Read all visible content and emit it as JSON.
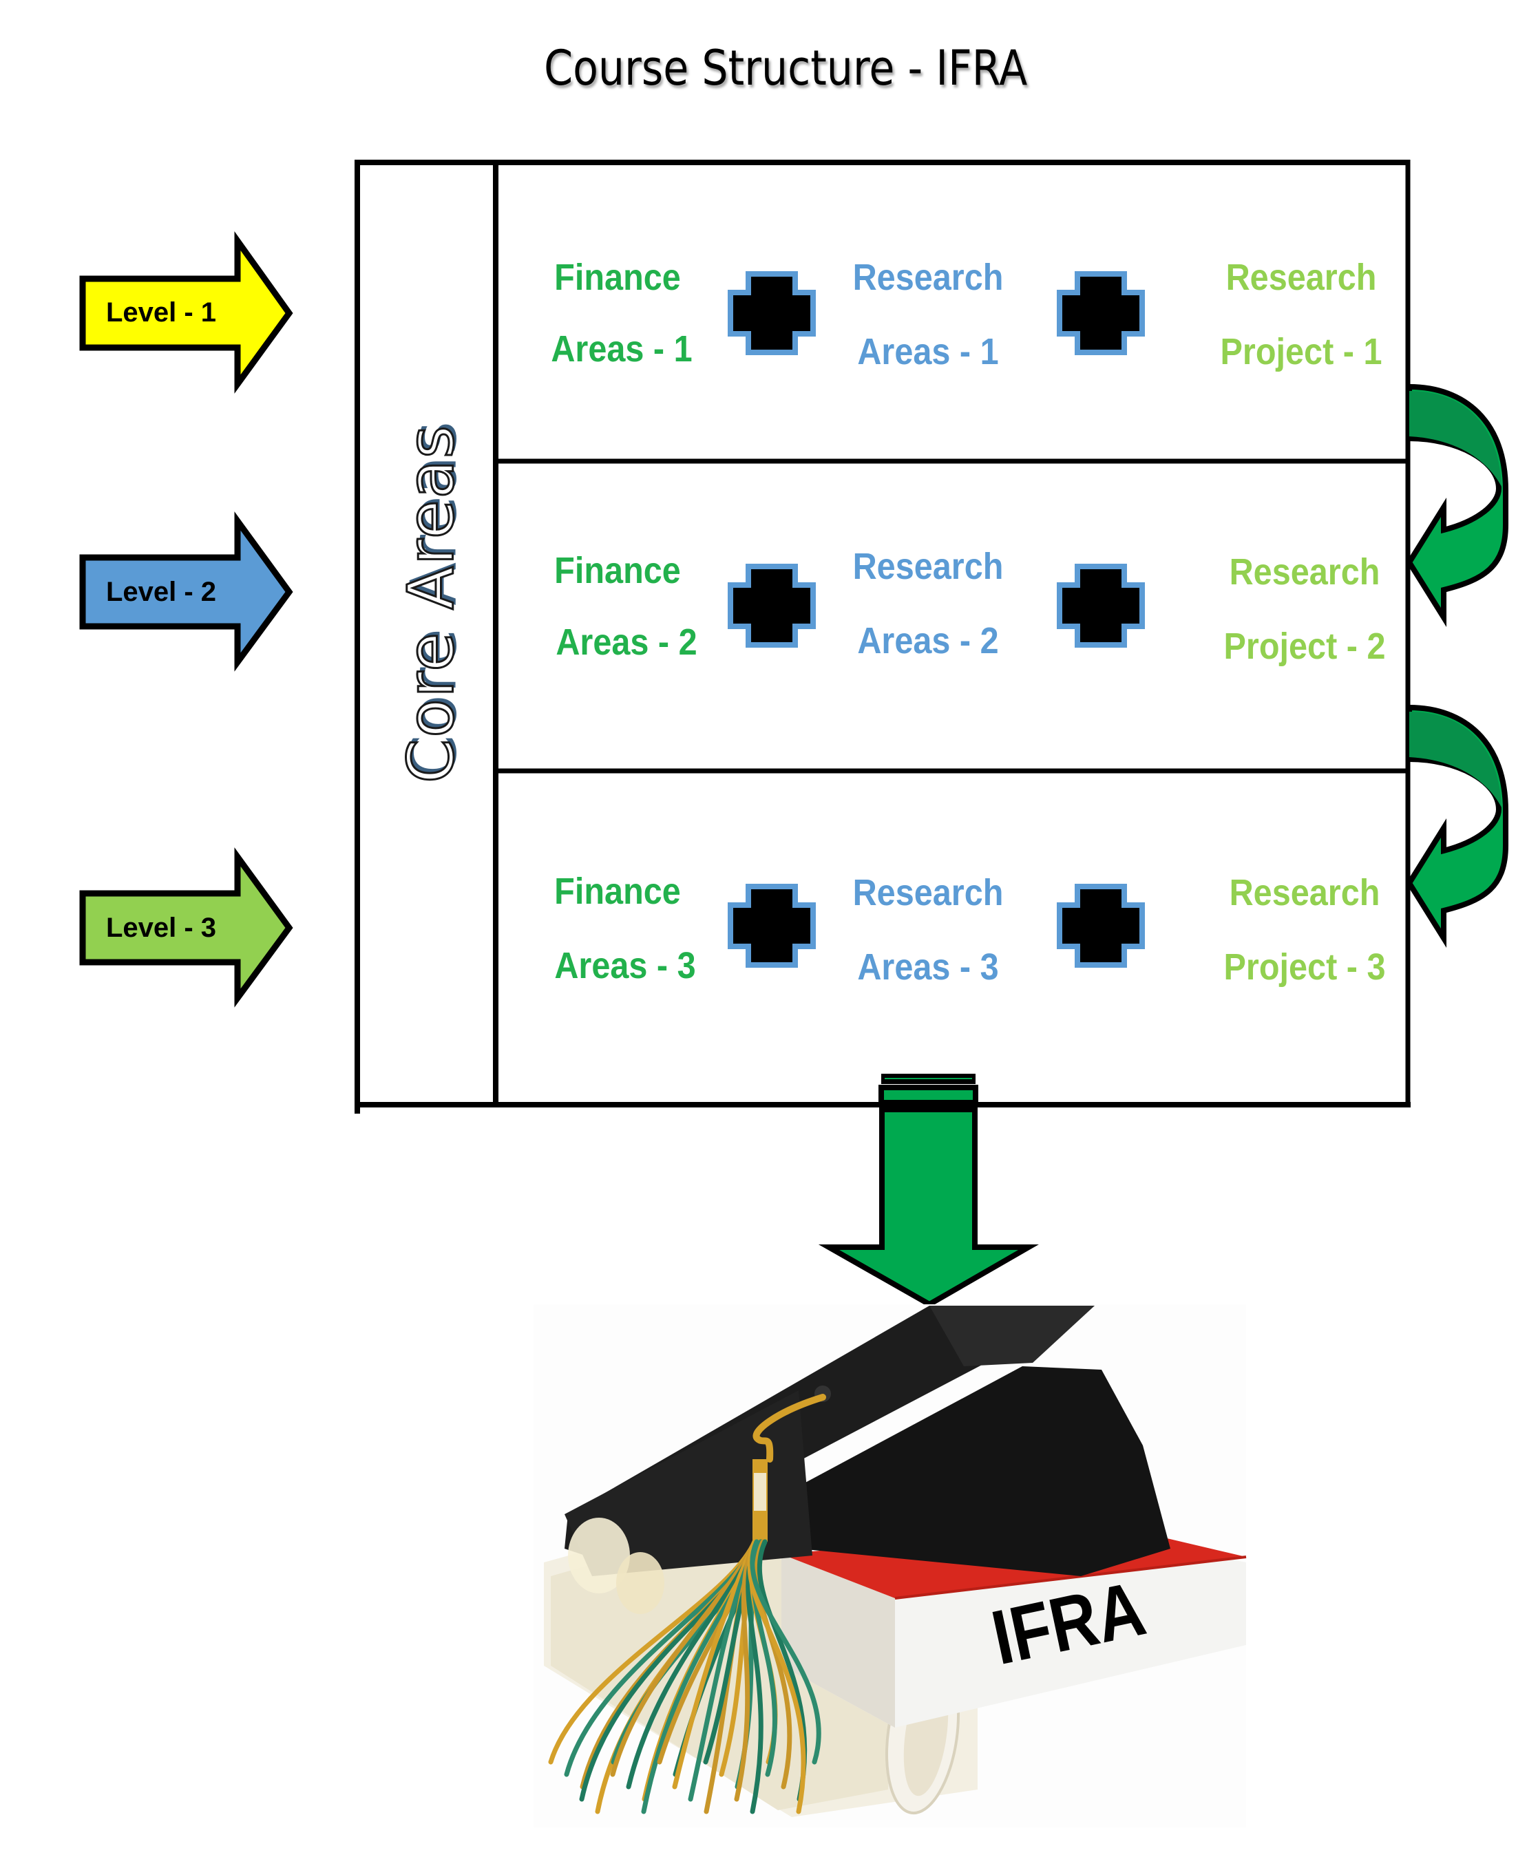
{
  "title": "Course Structure - IFRA",
  "levels": [
    {
      "label": "Level - 1",
      "color": "#ffff00"
    },
    {
      "label": "Level - 2",
      "color": "#5b9bd5"
    },
    {
      "label": "Level - 3",
      "color": "#92d050"
    }
  ],
  "core_areas_label": "Core Areas",
  "rows": [
    {
      "finance": {
        "line1": "Finance",
        "line2": "Areas - 1"
      },
      "research_areas": {
        "line1": "Research",
        "line2": "Areas - 1"
      },
      "research_project": {
        "line1": "Research",
        "line2": "Project - 1"
      }
    },
    {
      "finance": {
        "line1": "Finance",
        "line2": "Areas - 2"
      },
      "research_areas": {
        "line1": "Research",
        "line2": "Areas - 2"
      },
      "research_project": {
        "line1": "Research",
        "line2": "Project - 2"
      }
    },
    {
      "finance": {
        "line1": "Finance",
        "line2": "Areas - 3"
      },
      "research_areas": {
        "line1": "Research",
        "line2": "Areas - 3"
      },
      "research_project": {
        "line1": "Research",
        "line2": "Project - 3"
      }
    }
  ],
  "colors": {
    "finance": "#22b14c",
    "research_areas": "#5b9bd5",
    "research_project": "#92d050",
    "flow_arrow": "#00a94f",
    "plus_fill": "#000000",
    "plus_border": "#5b9bd5"
  },
  "graduation_image": {
    "icons": [
      "graduation-cap-icon",
      "book-icon",
      "diploma-scroll-icon",
      "tassel-icon"
    ],
    "book_label": "IFRA"
  }
}
